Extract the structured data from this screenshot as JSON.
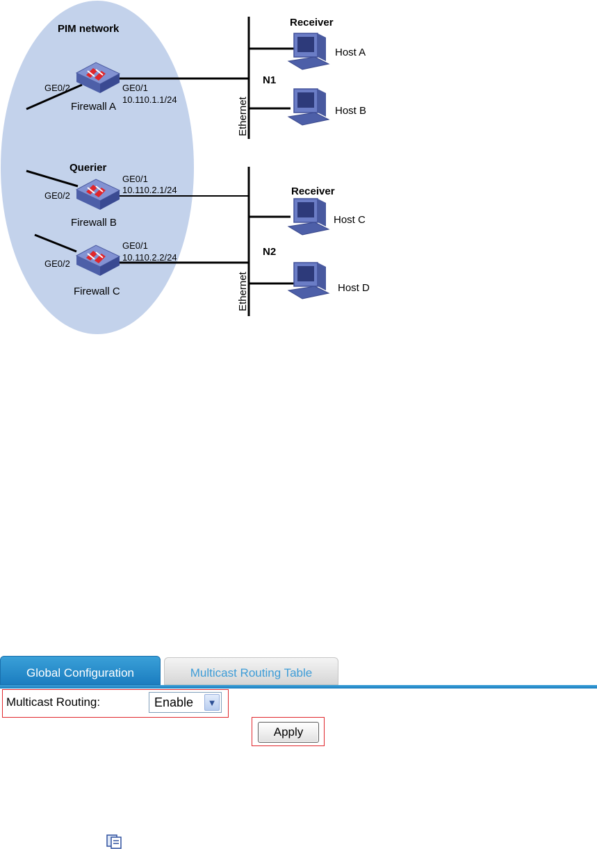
{
  "diagram": {
    "pim_network_label": "PIM network",
    "firewall_a": {
      "name": "Firewall A",
      "port_left": "GE0/2",
      "port_right": "GE0/1",
      "ip": "10.110.1.1/24"
    },
    "firewall_b": {
      "name": "Firewall B",
      "role": "Querier",
      "port_left": "GE0/2",
      "port_right": "GE0/1",
      "ip": "10.110.2.1/24"
    },
    "firewall_c": {
      "name": "Firewall C",
      "port_left": "GE0/2",
      "port_right": "GE0/1",
      "ip": "10.110.2.2/24"
    },
    "n1": {
      "name": "N1",
      "medium": "Ethernet",
      "receiver_label": "Receiver"
    },
    "n2": {
      "name": "N2",
      "medium": "Ethernet",
      "receiver_label": "Receiver"
    },
    "hosts": [
      "Host A",
      "Host B",
      "Host C",
      "Host D"
    ],
    "colors": {
      "pim_cloud": "#c3d2eb",
      "device_blue": "#6175bb",
      "accent_red": "#e0262b"
    }
  },
  "web_ui": {
    "tabs": [
      {
        "label": "Global Configuration",
        "active": true
      },
      {
        "label": "Multicast Routing Table",
        "active": false
      }
    ],
    "multicast_routing": {
      "label": "Multicast Routing:",
      "value": "Enable"
    },
    "apply_label": "Apply",
    "colors": {
      "tab_active": "#1f85c8",
      "tab_inactive_text": "#3d9cd7",
      "highlight_border": "#e0262b"
    }
  }
}
